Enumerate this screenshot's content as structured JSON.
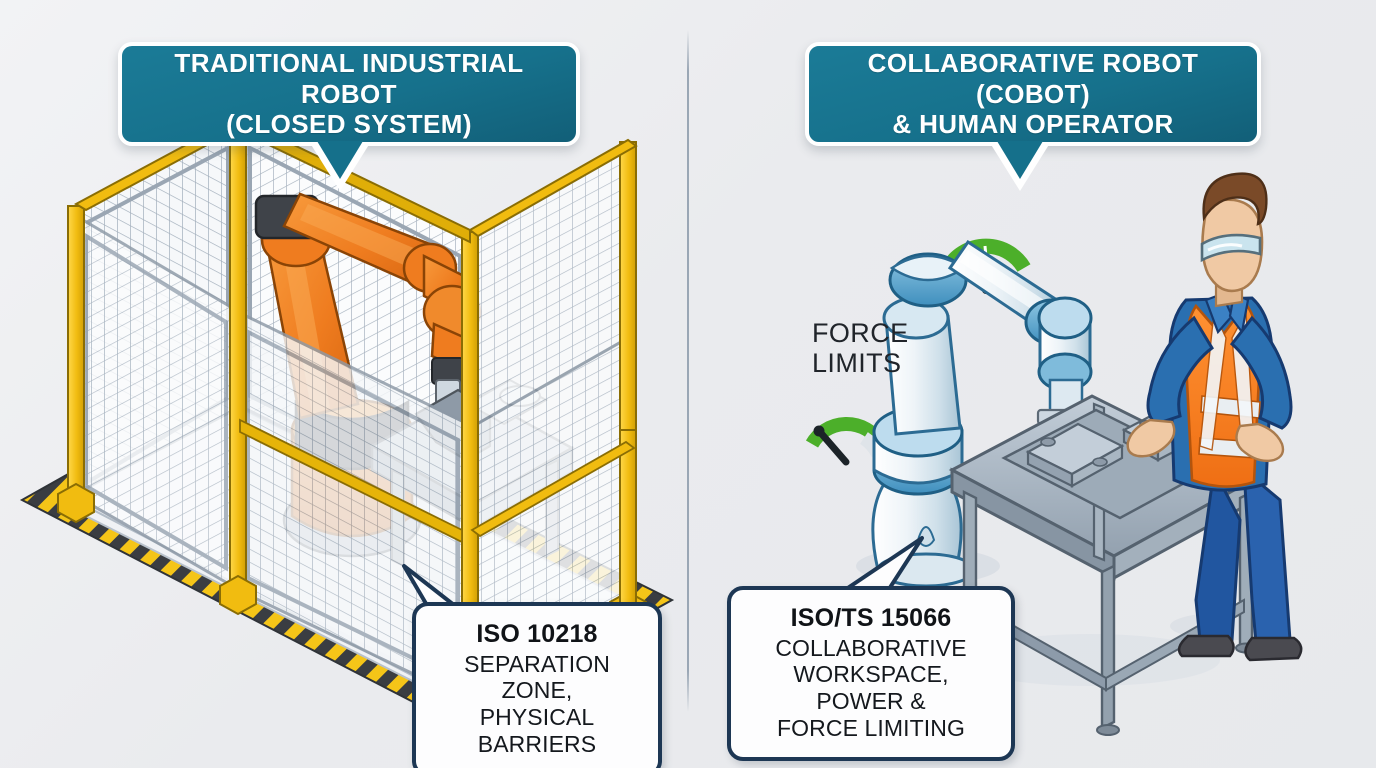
{
  "figure": {
    "title": "Traditional Industrial Robot vs Collaborative Robot Safety Comparison",
    "background_color": "#eaebee",
    "divider_color": "#96a3b2"
  },
  "banners": {
    "left": {
      "text": "TRADITIONAL INDUSTRIAL ROBOT\n(CLOSED SYSTEM)",
      "fill_color": "#16718c",
      "text_color": "#ffffff"
    },
    "right": {
      "text": "COLLABORATIVE ROBOT (COBOT)\n& HUMAN OPERATOR",
      "fill_color": "#16718c",
      "text_color": "#ffffff"
    }
  },
  "callouts": {
    "left": {
      "title": "ISO 10218",
      "body": "SEPARATION ZONE,\nPHYSICAL BARRIERS",
      "border_color": "#1d3754"
    },
    "right": {
      "title": "ISO/TS 15066",
      "body": "COLLABORATIVE\nWORKSPACE, POWER &\nFORCE LIMITING",
      "border_color": "#1d3754"
    }
  },
  "annotations": {
    "force_limits": "FORCE\nLIMITS"
  },
  "left_scene": {
    "name": "caged-industrial-robot-cell",
    "robot_color": "#ef7c1f",
    "robot_dark": "#3f4349",
    "cage_post_color": "#f5c518",
    "cage_frame_color": "#9aa6b3",
    "mesh_color": "#b9c2cc",
    "hazard_stripe_colors": [
      "#f5c518",
      "#3a3d42"
    ],
    "elements": [
      "safety-fence-mesh-panels",
      "yellow-corner-posts",
      "six-axis-robot-arm",
      "workpiece-fixture",
      "hazard-floor-marking"
    ]
  },
  "right_scene": {
    "name": "collaborative-workcell",
    "cobot_body_color": "#eef4f8",
    "cobot_joint_color": "#5aa8d0",
    "cobot_ring_color": "#1f6fa8",
    "operator": {
      "vest_color": "#f57c20",
      "shirt_color": "#2a6fb0",
      "trousers_color": "#2156a0",
      "hair_color": "#7a4a28",
      "skin_color": "#f0c9a4",
      "goggles_color": "#c9e6f2",
      "shoe_color": "#4a4a50"
    },
    "table_color": "#aab6c2",
    "gauges": [
      {
        "name": "force-gauge-upper",
        "value_pct": 45,
        "arc_color": "#4caf2a"
      },
      {
        "name": "force-gauge-lower",
        "value_pct": 30,
        "arc_color": "#4caf2a"
      }
    ],
    "elements": [
      "cobot-arm",
      "workbench",
      "fixtures-on-table",
      "human-operator",
      "force-limit-gauges"
    ]
  }
}
